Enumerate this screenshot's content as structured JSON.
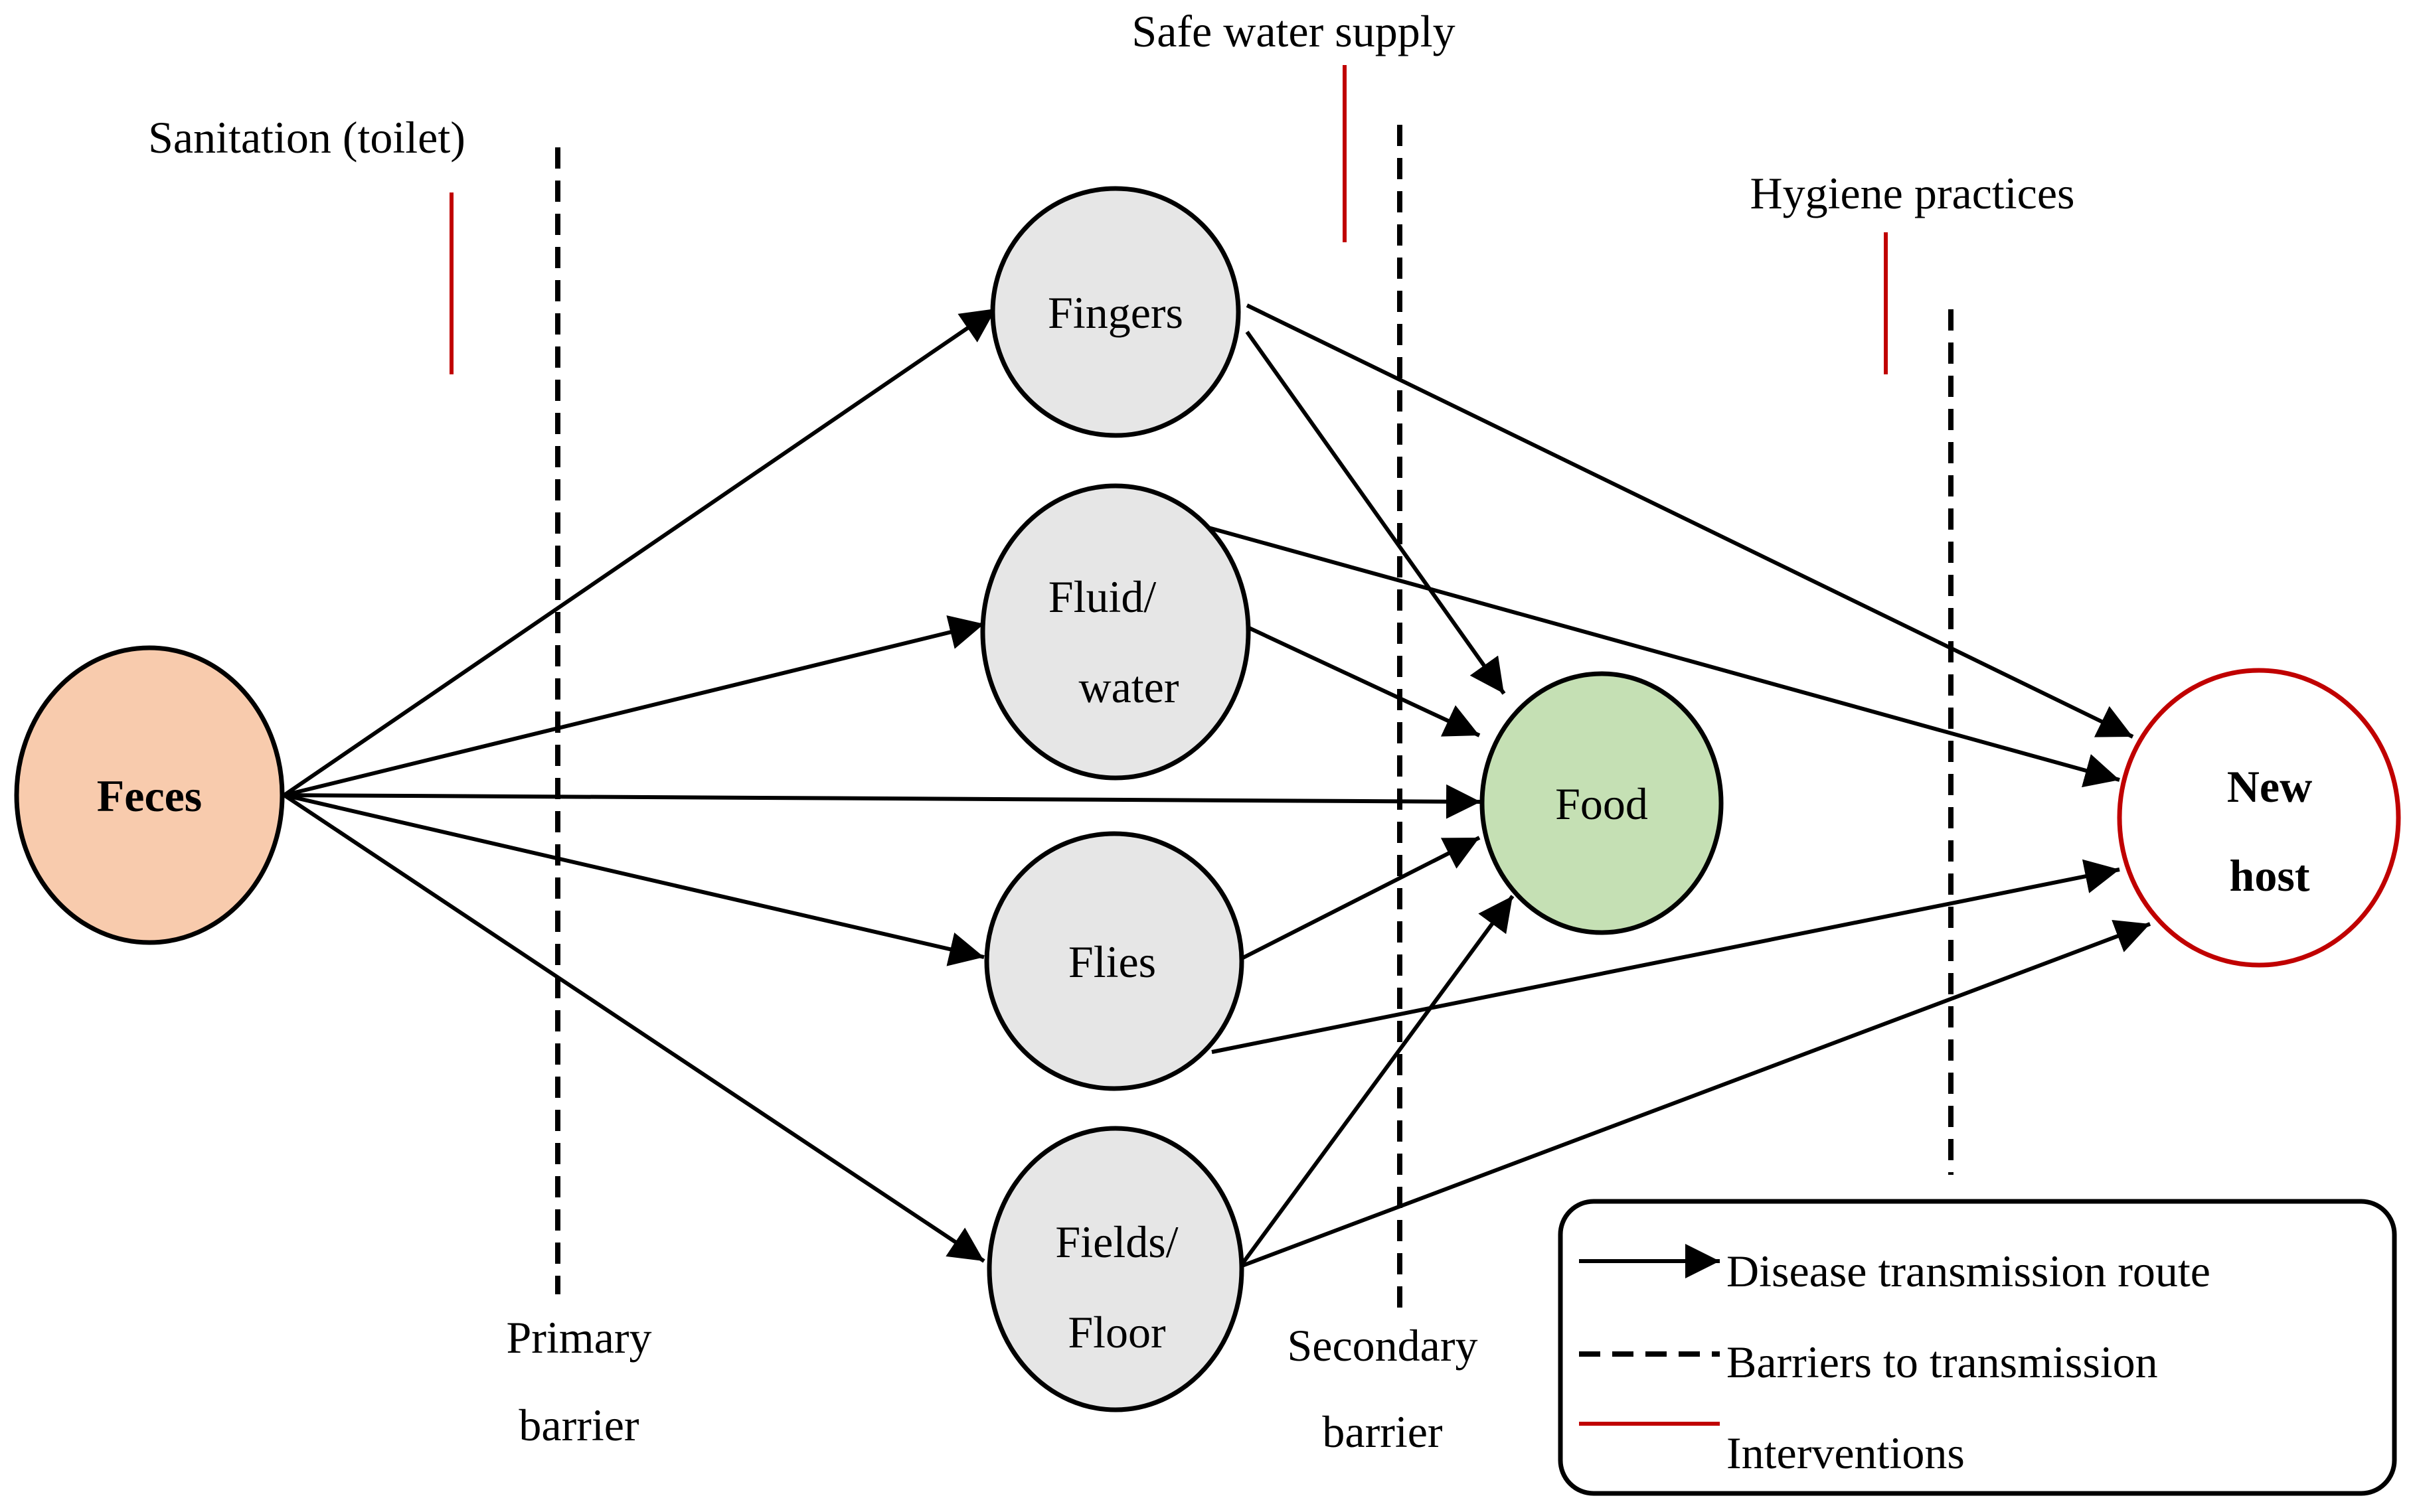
{
  "colors": {
    "route": "#000000",
    "barrier": "#000000",
    "intervention": "#c00000",
    "feces_fill": "#f8cbad",
    "mid_fill": "#e6e6e6",
    "food_fill": "#c5e0b4",
    "host_fill": "#ffffff",
    "host_stroke": "#c00000"
  },
  "interventions": {
    "sanitation": "Sanitation (toilet)",
    "water": "Safe water supply",
    "hygiene": "Hygiene practices"
  },
  "barriers": {
    "primary_line1": "Primary",
    "primary_line2": "barrier",
    "secondary_line1": "Secondary",
    "secondary_line2": "barrier"
  },
  "nodes": {
    "feces": "Feces",
    "fingers": "Fingers",
    "fluid_line1": "Fluid/",
    "fluid_line2": "water",
    "flies": "Flies",
    "fields_line1": "Fields/",
    "fields_line2": "Floor",
    "food": "Food",
    "host_line1": "New",
    "host_line2": "host"
  },
  "legend": {
    "route": "Disease transmission route",
    "barrier": "Barriers to transmission",
    "intervention": "Interventions"
  }
}
